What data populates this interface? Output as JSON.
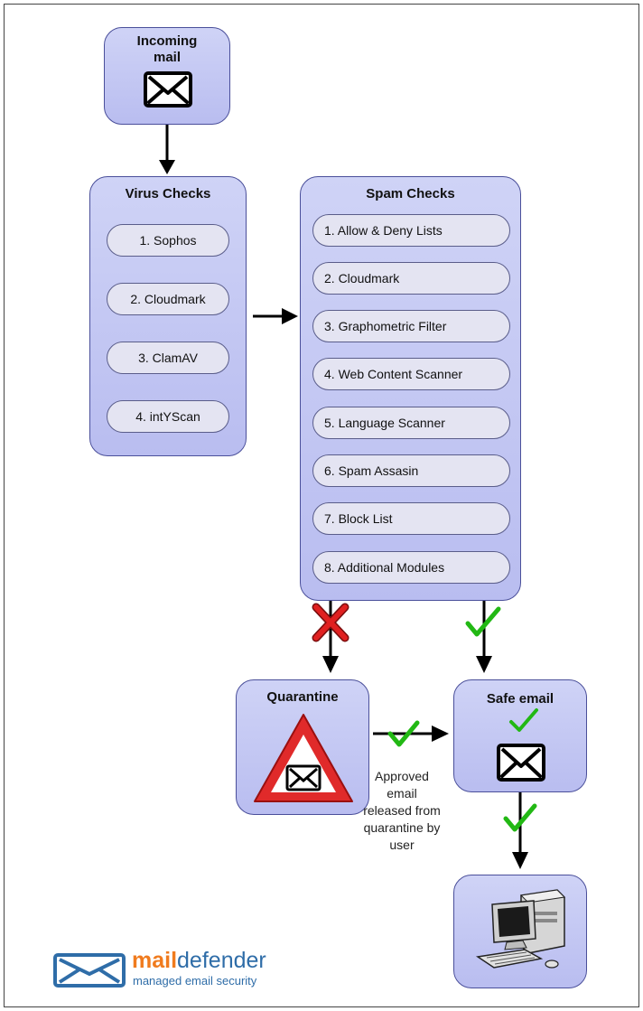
{
  "incoming": {
    "title_line1": "Incoming",
    "title_line2": "mail",
    "icon": "envelope-icon"
  },
  "virus": {
    "title": "Virus Checks",
    "items": [
      "1. Sophos",
      "2. Cloudmark",
      "3. ClamAV",
      "4. intYScan"
    ]
  },
  "spam": {
    "title": "Spam Checks",
    "items": [
      "1. Allow & Deny Lists",
      "2. Cloudmark",
      "3. Graphometric Filter",
      "4. Web Content Scanner",
      "5. Language Scanner",
      "6. Spam Assasin",
      "7. Block List",
      "8. Additional Modules"
    ]
  },
  "quarantine": {
    "title": "Quarantine",
    "icon": "warning-triangle-icon"
  },
  "safe": {
    "title": "Safe email",
    "icon": "envelope-icon"
  },
  "release_note": [
    "Approved",
    "email",
    "released from",
    "quarantine by",
    "user"
  ],
  "desktop": {
    "icon": "computer-icon"
  },
  "logo": {
    "word_a": "mail",
    "word_b": "defender",
    "tagline": "managed email security"
  },
  "colors": {
    "box_fill": "#c3c7f4",
    "box_border": "#4a4f9a",
    "pill_fill": "#e4e4f2",
    "check_green": "#22b814",
    "reject_red": "#e02020",
    "triangle_red": "#e02a2a",
    "logo_orange": "#f07b1e",
    "logo_blue": "#2f6da8"
  }
}
